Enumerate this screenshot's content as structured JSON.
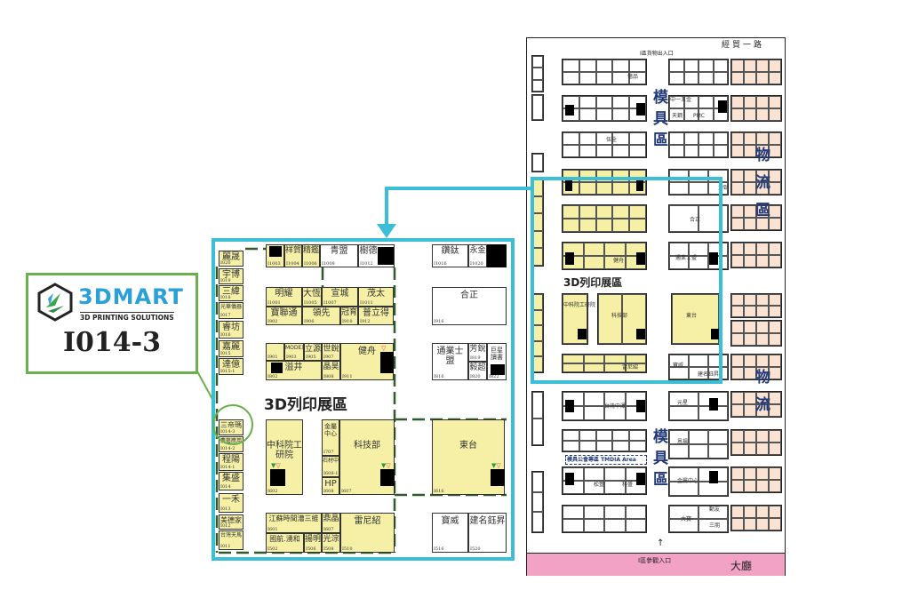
{
  "callout": {
    "brand": "3DMART",
    "tagline": "3D PRINTING SOLUTIONS",
    "booth_number": "I014-3"
  },
  "inset": {
    "zone_title": "3D列印展區",
    "booths": [
      {
        "id": "I020",
        "name": "麗晟"
      },
      {
        "id": "I019",
        "name": "宇博"
      },
      {
        "id": "I018",
        "name": "三緯"
      },
      {
        "id": "I017",
        "name": "光華儀器"
      },
      {
        "id": "I016",
        "name": "睿坊"
      },
      {
        "id": "I015",
        "name": "嘉麗"
      },
      {
        "id": "I015-1",
        "name": "達億"
      },
      {
        "id": "I014-3",
        "name": "三帝瑪"
      },
      {
        "id": "I014-2",
        "name": "農藝應用"
      },
      {
        "id": "I014-1",
        "name": "程陽"
      },
      {
        "id": "I014",
        "name": "集盛"
      },
      {
        "id": "I013",
        "name": "一禾"
      },
      {
        "id": "I012",
        "name": "美德家"
      },
      {
        "id": "I011",
        "name": "台灣天馬"
      },
      {
        "id": "I1003",
        "name": ""
      },
      {
        "id": "I1004",
        "name": "祥賀"
      },
      {
        "id": "I1006",
        "name": "精鑑"
      },
      {
        "id": "I1008",
        "name": "青盟"
      },
      {
        "id": "I1012",
        "name": "樹德"
      },
      {
        "id": "I1016",
        "name": "鑽鈦"
      },
      {
        "id": "I1020",
        "name": "永金"
      },
      {
        "id": "I1001",
        "name": "明耀"
      },
      {
        "id": "I1005",
        "name": "大恆"
      },
      {
        "id": "I1007",
        "name": "宣城"
      },
      {
        "id": "I1011",
        "name": "茂太"
      },
      {
        "id": "I902",
        "name": "寶聯通"
      },
      {
        "id": "I906",
        "name": "領先"
      },
      {
        "id": "I910",
        "name": "冠育"
      },
      {
        "id": "I912",
        "name": "普立得"
      },
      {
        "id": "I916",
        "name": "合正"
      },
      {
        "id": "I901",
        "name": ""
      },
      {
        "id": "I903",
        "name": "MODEX"
      },
      {
        "id": "I905",
        "name": "立源"
      },
      {
        "id": "I907",
        "name": "世銳"
      },
      {
        "id": "I802",
        "name": "溢井"
      },
      {
        "id": "I808",
        "name": "晶昊"
      },
      {
        "id": "I911",
        "name": "健舟"
      },
      {
        "id": "I816",
        "name": "通業士盟"
      },
      {
        "id": "I819",
        "name": "芳銳"
      },
      {
        "id": "I820",
        "name": "毅超"
      },
      {
        "id": "I822",
        "name": "巨星讀書"
      },
      {
        "id": "I602",
        "name": "中科院工研院"
      },
      {
        "id": "I707",
        "name": "金屬中心"
      },
      {
        "id": "I608-1",
        "name": "石材中心"
      },
      {
        "id": "I608",
        "name": "HP"
      },
      {
        "id": "I607",
        "name": "科技部"
      },
      {
        "id": "I616",
        "name": "東台"
      },
      {
        "id": "I601",
        "name": "江蘇時間漕三維"
      },
      {
        "id": "I502",
        "name": "國航.湧和"
      },
      {
        "id": "I506",
        "name": "揚明"
      },
      {
        "id": "I607",
        "name": "鼎晶"
      },
      {
        "id": "I508",
        "name": "光淙"
      },
      {
        "id": "I510",
        "name": "雷尼紹"
      },
      {
        "id": "I516",
        "name": "寶威"
      },
      {
        "id": "I520",
        "name": "建名鈺昇"
      }
    ]
  },
  "overview": {
    "road": "經貿一路",
    "cargo_entrance": "I區貨物出入口",
    "visitor_entrance": "I區參觀入口",
    "lobby": "大廳",
    "zone_mold": "模具區",
    "zone_logistics": "物流區",
    "zone_logistics_short": "物流",
    "zone_3d": "3D列印展區",
    "tmdia": "模具公會專區 TMDIA Area",
    "labels": [
      "億品",
      "天鋼",
      "中一五金",
      "PMC",
      "伍全",
      "合正",
      "通業士盟",
      "健舟",
      "科技部",
      "東台",
      "中科院工研院",
      "雷尼紹",
      "寶威",
      "建名鈺昇",
      "台灣中澤",
      "元星",
      "金屬中心",
      "科盛",
      "大寶",
      "三朋",
      "動友",
      "恩揚",
      "松豐",
      "力勁"
    ]
  },
  "colors": {
    "highlight": "#3cbfd6",
    "callout": "#6ab04c",
    "booth": "#f5f0a6",
    "lobby": "#f2a2c4",
    "peach": "#fbe3d3"
  }
}
